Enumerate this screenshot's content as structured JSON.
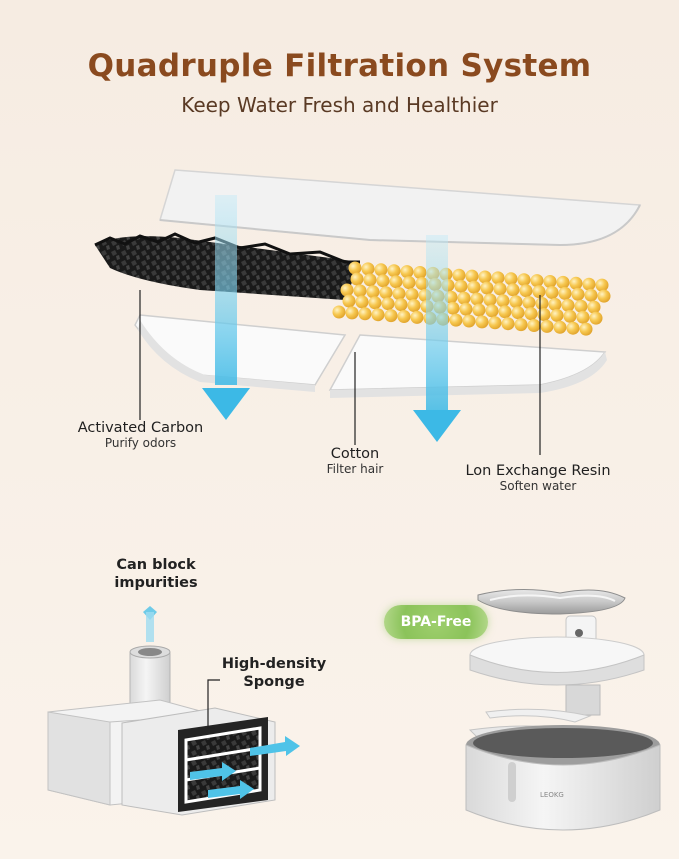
{
  "header": {
    "title": "Quadruple Filtration System",
    "subtitle": "Keep Water Fresh and Healthier"
  },
  "filters": {
    "carbon": {
      "name": "Activated Carbon",
      "desc": "Purify odors"
    },
    "cotton": {
      "name": "Cotton",
      "desc": "Filter hair"
    },
    "resin": {
      "name": "Lon Exchange Resin",
      "desc": "Soften water"
    }
  },
  "pump": {
    "block_label_line1": "Can block",
    "block_label_line2": "impurities",
    "sponge_label_line1": "High-density",
    "sponge_label_line2": "Sponge"
  },
  "product": {
    "badge": "BPA-Free"
  },
  "colors": {
    "title": "#8a4a1f",
    "arrow": "#4fc3e8",
    "badge": "#8bc35a",
    "resin": "#f5c04a",
    "carbon": "#1c1c1c"
  }
}
